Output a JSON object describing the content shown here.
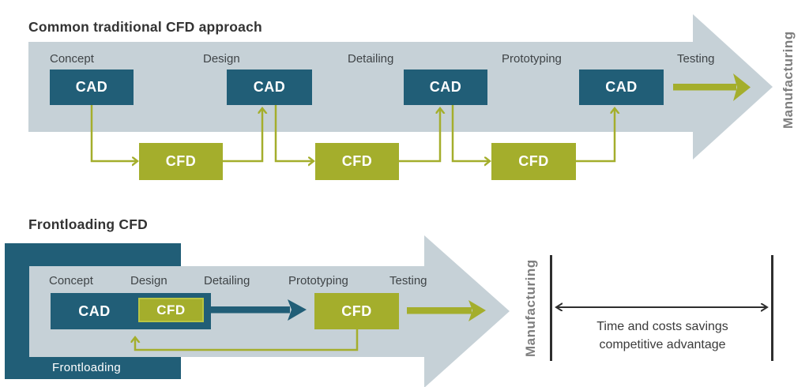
{
  "labels": {
    "cad": "CAD",
    "cfd": "CFD"
  },
  "top": {
    "title": "Common traditional CFD approach",
    "stages": [
      "Concept",
      "Design",
      "Detailing",
      "Prototyping",
      "Testing"
    ],
    "manufacturing": "Manufacturing"
  },
  "bottom": {
    "title": "Frontloading CFD",
    "stages": [
      "Concept",
      "Design",
      "Detailing",
      "Prototyping",
      "Testing"
    ],
    "frontloading": "Frontloading",
    "manufacturing": "Manufacturing",
    "savings_line1": "Time and costs savings",
    "savings_line2": "competitive advantage"
  },
  "colors": {
    "teal": "#215e77",
    "green": "#a4ae2c",
    "band": "#c6d1d7",
    "text_dark": "#333333",
    "gray_label": "#7f7f7f",
    "black_line": "#2e2e2e"
  }
}
